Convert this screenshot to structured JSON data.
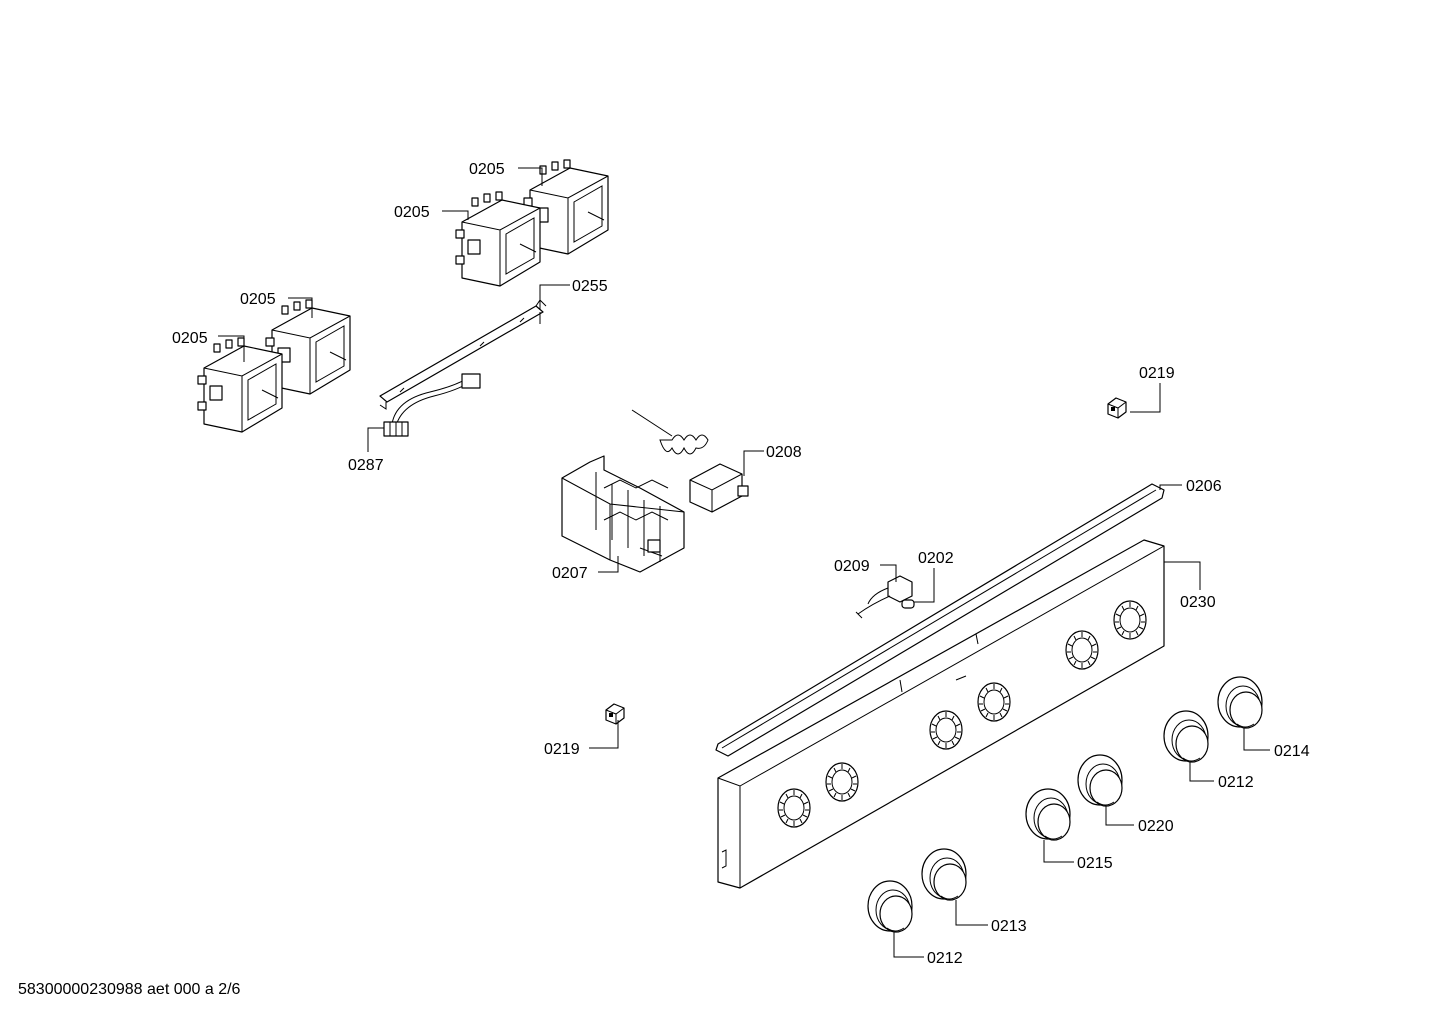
{
  "footer_text": "58300000230988 aet 000 a 2/6",
  "callouts": [
    {
      "id": "c0205a",
      "text": "0205"
    },
    {
      "id": "c0205b",
      "text": "0205"
    },
    {
      "id": "c0205c",
      "text": "0205"
    },
    {
      "id": "c0205d",
      "text": "0205"
    },
    {
      "id": "c0255",
      "text": "0255"
    },
    {
      "id": "c0287",
      "text": "0287"
    },
    {
      "id": "c0219a",
      "text": "0219"
    },
    {
      "id": "c0208",
      "text": "0208"
    },
    {
      "id": "c0206",
      "text": "0206"
    },
    {
      "id": "c0207",
      "text": "0207"
    },
    {
      "id": "c0209",
      "text": "0209"
    },
    {
      "id": "c0202",
      "text": "0202"
    },
    {
      "id": "c0230",
      "text": "0230"
    },
    {
      "id": "c0219b",
      "text": "0219"
    },
    {
      "id": "c0214",
      "text": "0214"
    },
    {
      "id": "c0212a",
      "text": "0212"
    },
    {
      "id": "c0220",
      "text": "0220"
    },
    {
      "id": "c0215",
      "text": "0215"
    },
    {
      "id": "c0213",
      "text": "0213"
    },
    {
      "id": "c0212b",
      "text": "0212"
    }
  ]
}
